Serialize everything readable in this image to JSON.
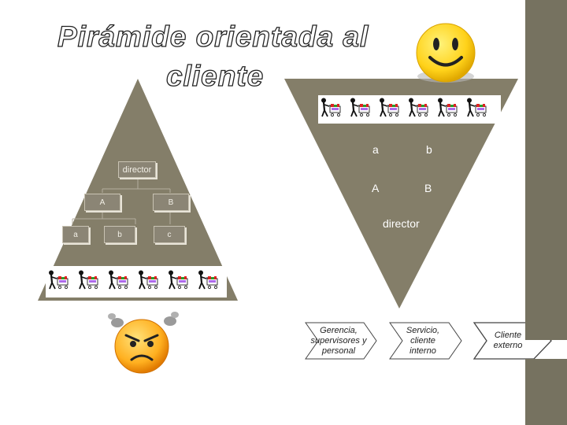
{
  "title": {
    "line1": "Pirámide orientada al",
    "line2": "cliente"
  },
  "left_pyramid": {
    "top_box": "director",
    "mid_boxes": [
      "A",
      "B"
    ],
    "bottom_boxes": [
      "a",
      "b",
      "c"
    ]
  },
  "right_pyramid": {
    "top_row": [
      "a",
      "b"
    ],
    "mid_row": [
      "A",
      "B"
    ],
    "bottom": "director"
  },
  "chevrons": [
    {
      "text": "Gerencia, supervisores y personal"
    },
    {
      "text": "Servicio, cliente interno"
    },
    {
      "text": "Cliente externo"
    }
  ],
  "colors": {
    "pyramid": "#847e69",
    "box": "#8b8575",
    "side_bar": "#767260",
    "happy_face": "#ffd21a",
    "angry_face": "#ffb020"
  },
  "icons": [
    "happy-face-icon",
    "angry-face-icon",
    "shopper-cart-icon"
  ]
}
